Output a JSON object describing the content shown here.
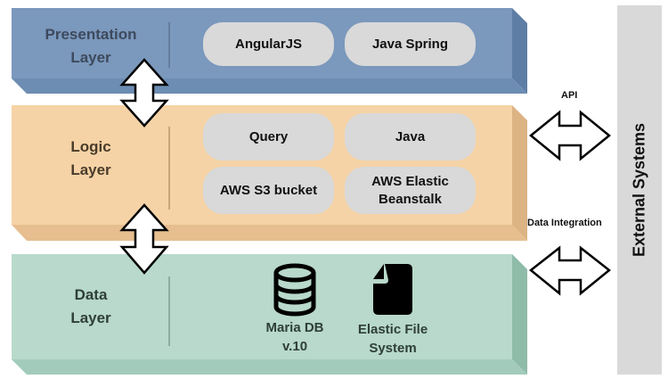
{
  "colors": {
    "presentation_face": "#7b98bd",
    "presentation_side": "#5f7ea5",
    "logic_face": "#f5d3a6",
    "logic_side": "#e3bb8a",
    "data_face": "#b8d9cb",
    "data_side": "#96c2b0",
    "pill": "#d9d9d9",
    "external": "#d9d9d9"
  },
  "layers": {
    "presentation": {
      "label": "Presentation\nLayer",
      "components": [
        "AngularJS",
        "Java Spring"
      ]
    },
    "logic": {
      "label": "Logic\nLayer",
      "components": [
        "Query",
        "Java",
        "AWS S3 bucket",
        "AWS Elastic\nBeanstalk"
      ]
    },
    "data": {
      "label": "Data\nLayer",
      "components": [
        {
          "icon": "database-icon",
          "label": "Maria DB\nv.10"
        },
        {
          "icon": "file-icon",
          "label": "Elastic File\nSystem"
        }
      ]
    }
  },
  "connections": {
    "api_label": "API",
    "data_integration_label": "Data Integration"
  },
  "external": {
    "label": "External Systems"
  }
}
